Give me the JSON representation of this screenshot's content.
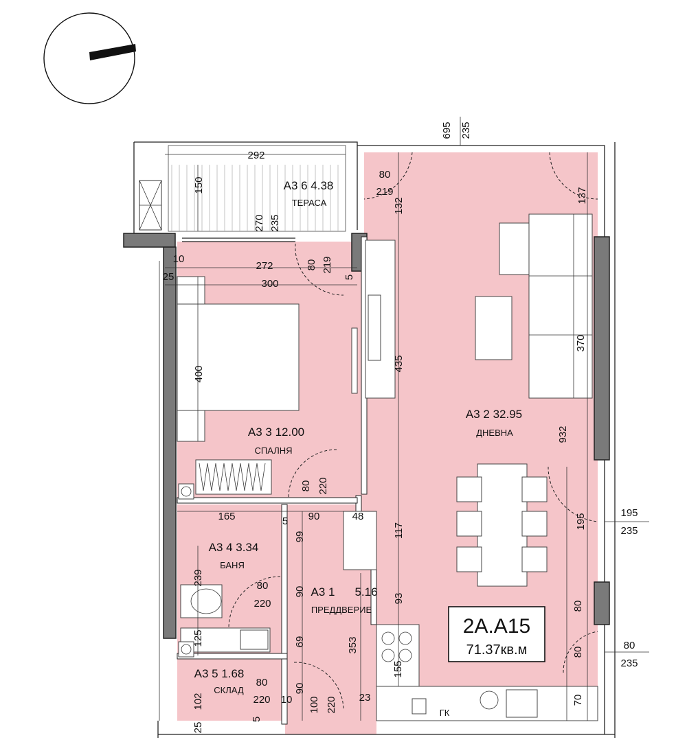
{
  "unit": {
    "code": "2A.A15",
    "area": "71.37кв.м"
  },
  "rooms": {
    "terrace": {
      "number": "A3 6 4.38",
      "name": "ТЕРАСА"
    },
    "living": {
      "number": "A3 2 32.95",
      "name": "ДНЕВНА"
    },
    "bedroom": {
      "number": "A3 3 12.00",
      "name": "СПАЛНЯ"
    },
    "bath": {
      "number": "A3 4 3.34",
      "name": "БАНЯ"
    },
    "hall": {
      "number": "A3 1",
      "area": "5.16",
      "name": "ПРЕДДВЕРИЕ"
    },
    "storage": {
      "number": "A3 5 1.68",
      "name": "СКЛАД"
    }
  },
  "fixture_labels": {
    "boiler": "ГК"
  },
  "dimensions": {
    "d695": "695",
    "d235_top": "235",
    "d292": "292",
    "d150": "150",
    "d270": "270",
    "d235_ter": "235",
    "d80_liv": "80",
    "d219_liv": "219",
    "d132": "132",
    "d137": "137",
    "d10": "10",
    "d272": "272",
    "d80_bed": "80",
    "d219_bed": "219",
    "d5_bed": "5",
    "d25": "25",
    "d300": "300",
    "d400": "400",
    "d435": "435",
    "d370": "370",
    "d932": "932",
    "d80_bdoor": "80",
    "d220_bdoor": "220",
    "d165": "165",
    "d5_hall": "5",
    "d90": "90",
    "d48": "48",
    "d99": "99",
    "d117": "117",
    "d195_in": "195",
    "d195_out": "195",
    "d235_r1": "235",
    "d239": "239",
    "d80_bath": "80",
    "d220_bath": "220",
    "d90_hall2": "90",
    "d93": "93",
    "d80_r": "80",
    "d125": "125",
    "d69": "69",
    "d353": "353",
    "d80_r2": "80",
    "d80_out": "80",
    "d235_r2": "235",
    "d155": "155",
    "d80_stor": "80",
    "d220_stor": "220",
    "d10_stor": "10",
    "d100": "100",
    "d220_ent": "220",
    "d23": "23",
    "d90_stor": "90",
    "d102": "102",
    "d25_b": "25",
    "d5_b": "5",
    "d70": "70"
  }
}
